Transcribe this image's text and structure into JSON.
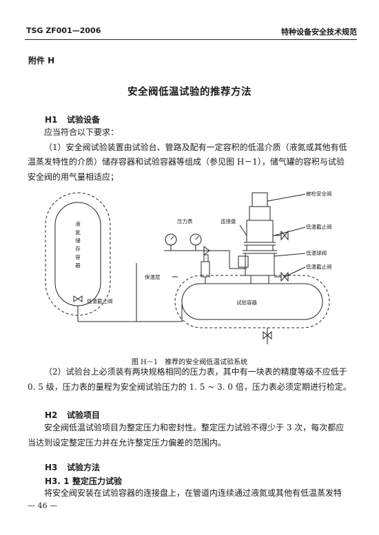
{
  "header": {
    "left": "TSG ZF001—2006",
    "right": "特种设备安全技术规范"
  },
  "appendix_label": "附件 H",
  "title": "安全阀低温试验的推荐方法",
  "sections": [
    {
      "num": "H1",
      "title": "试验设备"
    },
    {
      "num": "H2",
      "title": "试验项目"
    },
    {
      "num": "H3",
      "title": "试验方法"
    }
  ],
  "subsection": {
    "num": "H3. 1",
    "title": "整定压力试验"
  },
  "paragraphs": {
    "h1_intro": "应当符合以下要求：",
    "h1_item1_l1": "（1）安全阀试验装置由试验台、管路及配有一定容积的低温介质（液氮或其他有低",
    "h1_item1_l2": "温蒸发特性的介质）储存容器和试验容器等组成（参见图 H－1），储气罐的容积与试验",
    "h1_item1_l3": "安全阀的用气量相适应；",
    "h1_item2_l1": "（2）试验台上必须装有两块规格相同的压力表，其中有一块表的精度等级不应低于",
    "h1_item2_l2": "0. 5 级，压力表的量程为安全阀试验压力的 1. 5 ~ 3. 0 倍，压力表必须定期进行检定。",
    "h2_l1": "安全阀低温试验项目为整定压力和密封性。整定压力试验不得少于 3 次，每次都应",
    "h2_l2": "当达到设定整定压力并在允许整定压力偏差的范围内。",
    "h3_l1": "将安全阀安装在试验容器的连接盘上，在管道内连续通过液氮或其他有低温蒸发特"
  },
  "figure": {
    "caption": "图 H－1　推荐的安全阀低温试验系统",
    "labels": {
      "storage": [
        "液",
        "氮",
        "储",
        "存",
        "容",
        "器"
      ],
      "pressure_gauge": "压力表",
      "connect_disc": "连接盘",
      "tested_valve": "被检安全阀",
      "cut_valve_top": "低温截止阀",
      "ball_valve": "低温球阀",
      "cut_valve_mid": "低温截止阀",
      "insulation": "保温层",
      "cut_valve_left": "低温截止阀",
      "test_vessel": "试验容器"
    }
  },
  "page_number": "— 46 —"
}
